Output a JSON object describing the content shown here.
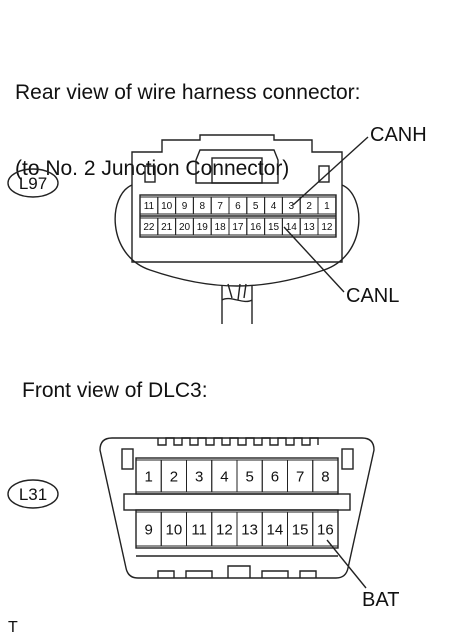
{
  "headings": {
    "rear_view_line1": "Rear view of wire harness connector:",
    "rear_view_line2": "(to No. 2 Junction Connector)",
    "front_view": "Front view of DLC3:"
  },
  "connectors": {
    "l97": {
      "label": "L97",
      "pins_top": [
        "11",
        "10",
        "9",
        "8",
        "7",
        "6",
        "5",
        "4",
        "3",
        "2",
        "1"
      ],
      "pins_bottom": [
        "22",
        "21",
        "20",
        "19",
        "18",
        "17",
        "16",
        "15",
        "14",
        "13",
        "12"
      ],
      "callouts": {
        "canh": "CANH",
        "canl": "CANL"
      }
    },
    "l31": {
      "label": "L31",
      "pins_top": [
        "1",
        "2",
        "3",
        "4",
        "5",
        "6",
        "7",
        "8"
      ],
      "pins_bottom": [
        "9",
        "10",
        "11",
        "12",
        "13",
        "14",
        "15",
        "16"
      ],
      "callouts": {
        "bat": "BAT"
      }
    }
  },
  "footer": {
    "mark": "T"
  }
}
